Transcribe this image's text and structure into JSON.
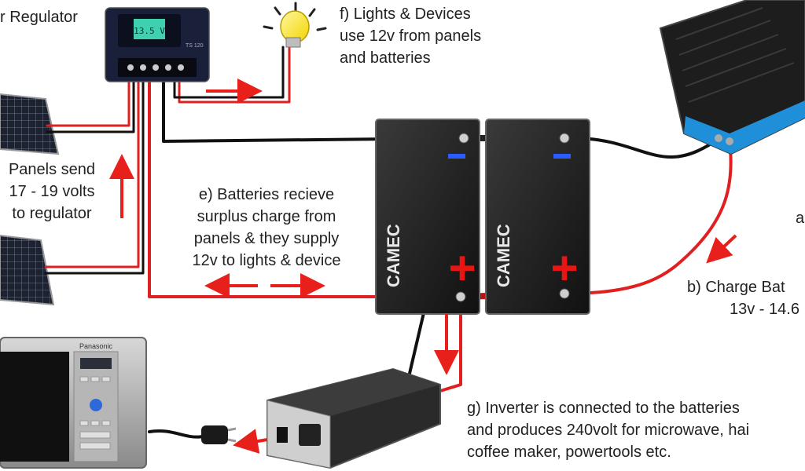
{
  "labels": {
    "regulator": "r Regulator",
    "regulator_screen": "13.5 V",
    "regulator_model": "TS 120",
    "lights": [
      "f) Lights & Devices",
      "use 12v from panels",
      "and batteries"
    ],
    "panels": [
      "Panels send",
      "17 - 19 volts",
      "to regulator"
    ],
    "batteries": [
      "e) Batteries recieve",
      "surplus charge from",
      "panels & they supply",
      "12v to lights & device"
    ],
    "charger_side": "a",
    "charge": [
      "b) Charge Bat",
      "13v - 14.6"
    ],
    "inverter": [
      "g) Inverter is connected to the batteries",
      "and produces 240volt for microwave, hai",
      "coffee maker, powertools etc."
    ],
    "battery_brand": "CAMEC",
    "battery_plus": "+",
    "microwave_brand": "Panasonic"
  },
  "colors": {
    "positive_wire": "#e02020",
    "negative_wire": "#111111",
    "arrow": "#e8201c",
    "text": "#222222",
    "regulator_screen": "#3fd0b0",
    "charger_accent": "#1e8fd8"
  }
}
